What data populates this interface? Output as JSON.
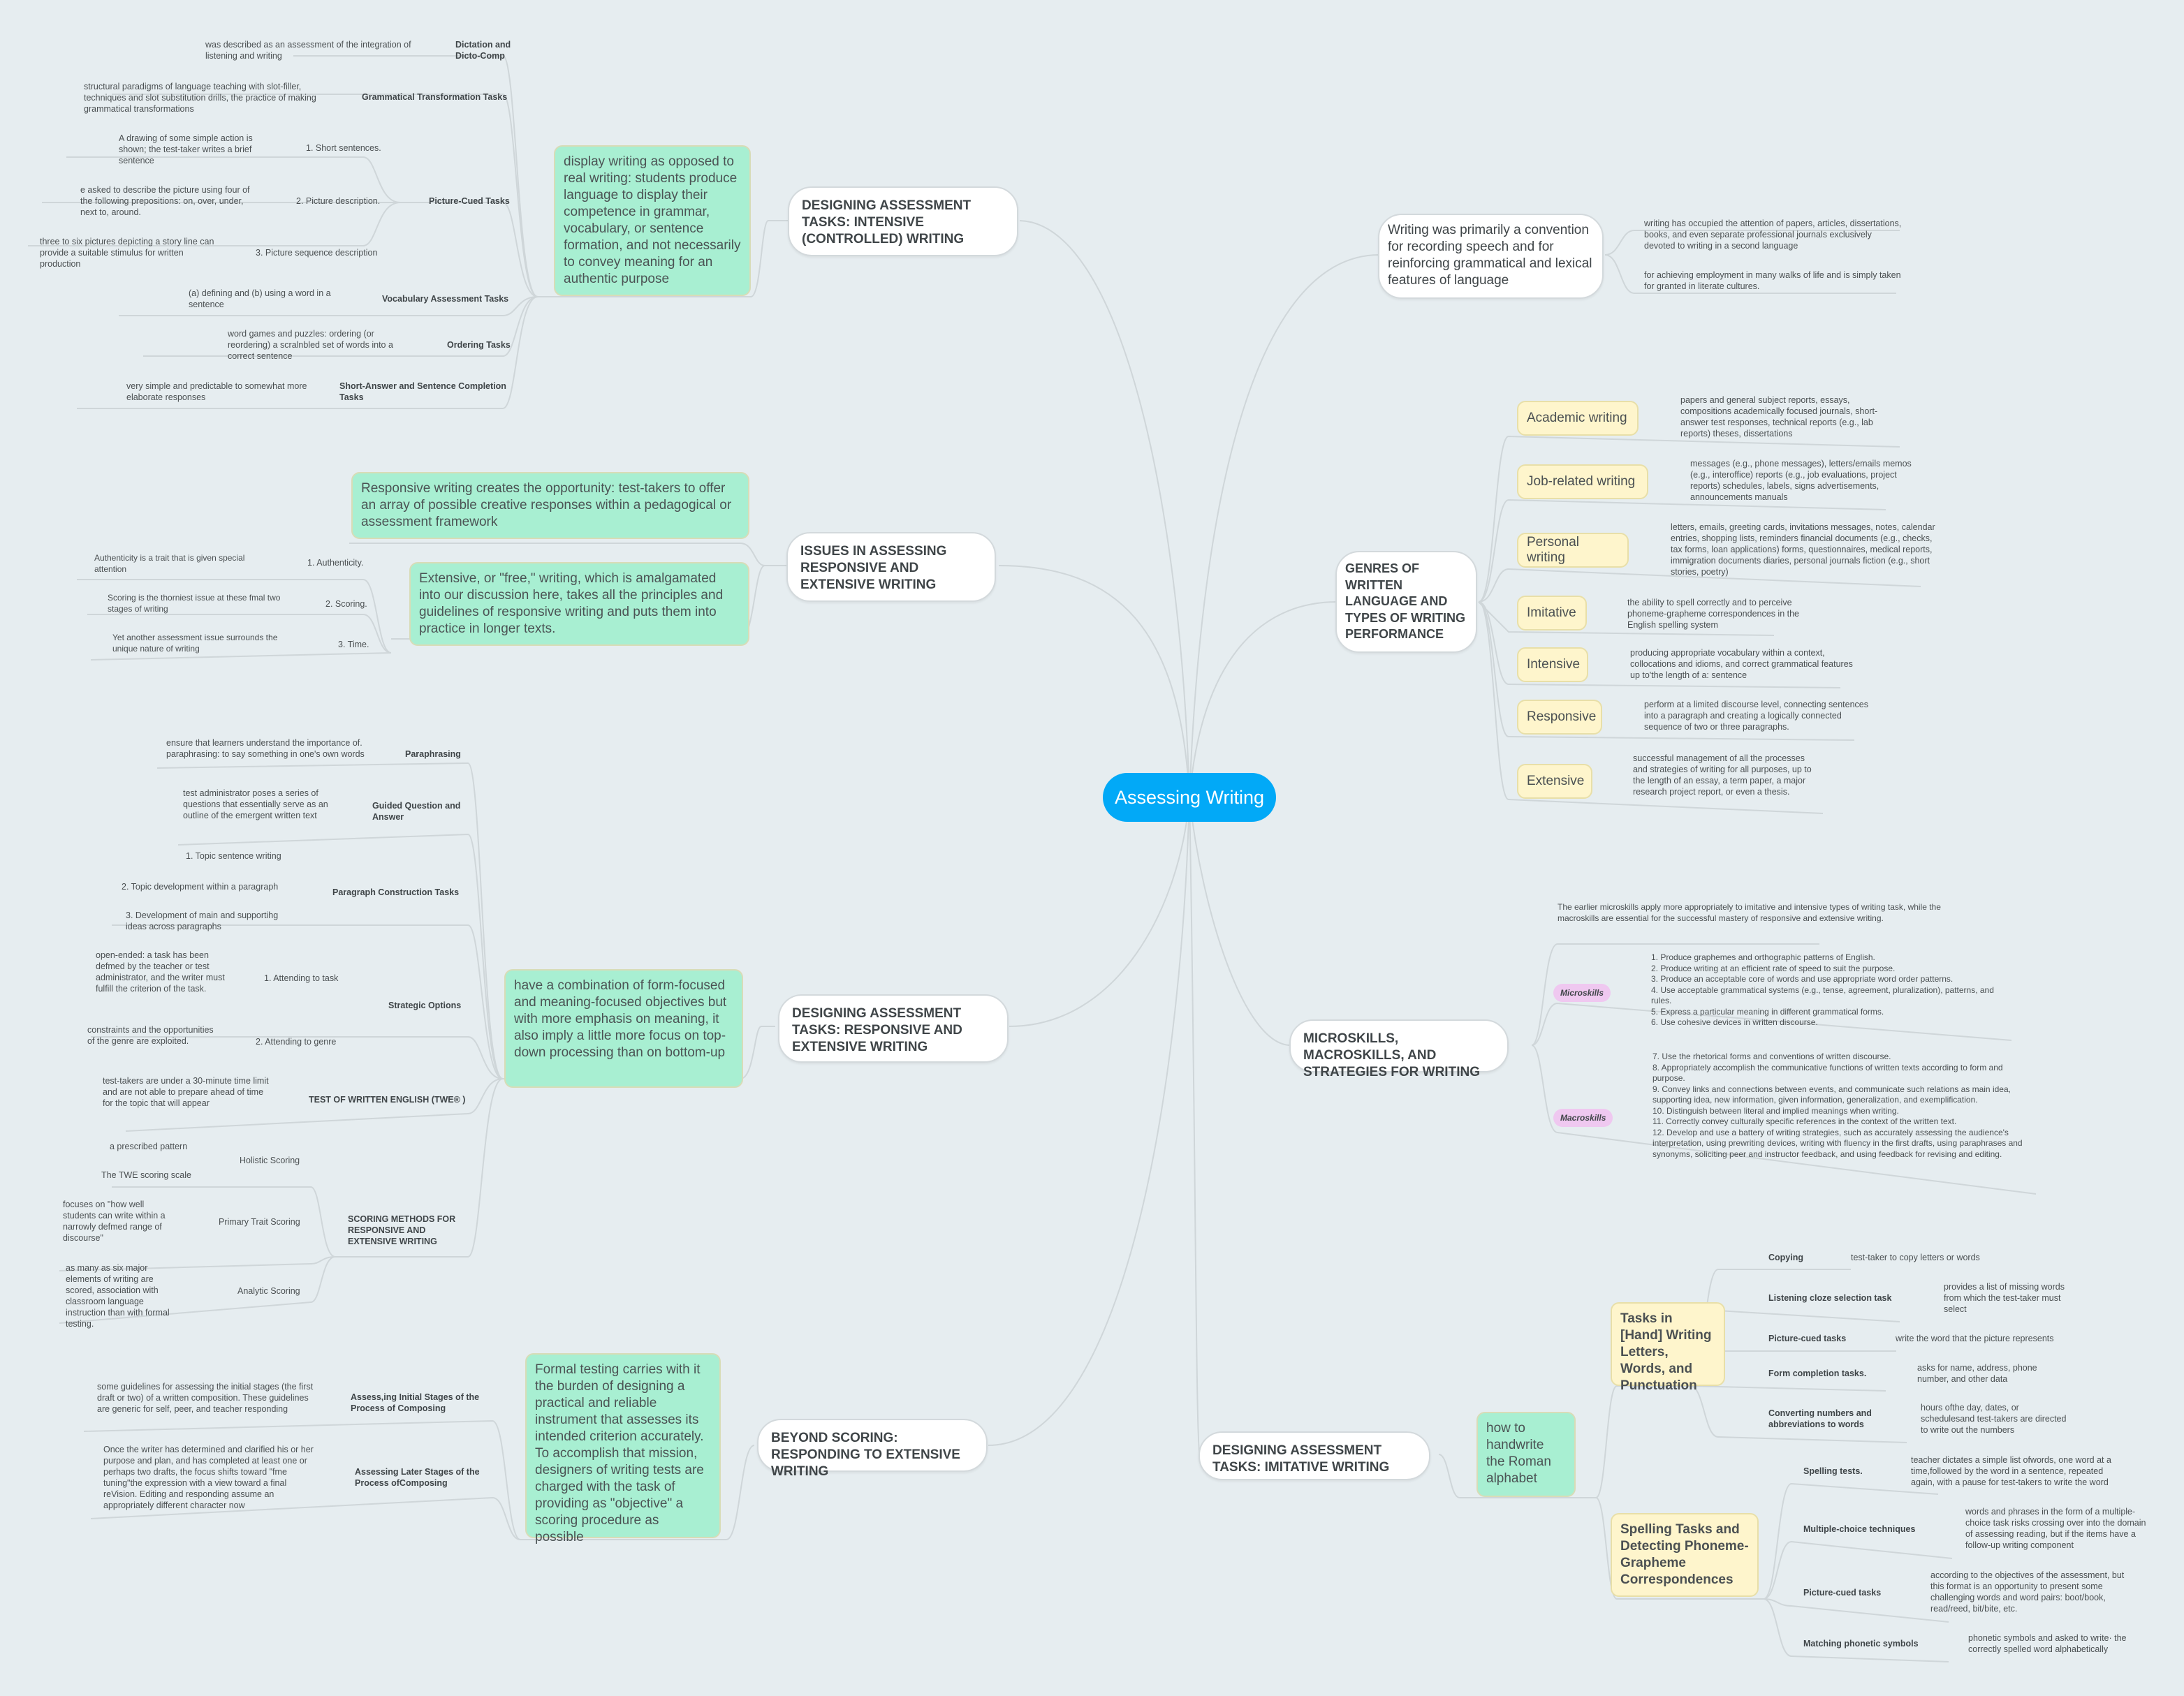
{
  "center": {
    "label": "Assessing Writing",
    "color": "#02a9f7"
  },
  "colors": {
    "background": "#e6edf0",
    "green_node": "#a8efd2",
    "yellow_node": "#fef5cc",
    "pink_node": "#efc8f0",
    "line": "#cfd6d9"
  },
  "intensive": {
    "title": "DESIGNING ASSESSMENT TASKS: INTENSIVE (CONTROLLED) WRITING",
    "summary": "display writing as opposed to real writing: students produce language to display their competence in grammar, vocabulary, or sentence formation, and not necessarily to convey meaning for an authentic purpose",
    "tasks": [
      {
        "label": "Dictation and Dicto-Comp",
        "note": "was described as an assessment of the integration of listening and writing"
      },
      {
        "label": "Grammatical Transformation Tasks",
        "note": "structural paradigms of language teaching with slot-filler, techniques and slot substitution drills, the practice of making grammatical transformations"
      },
      {
        "label": "Picture-Cued Tasks",
        "subs": [
          {
            "label": "1. Short sentences.",
            "note": "A drawing of some simple action is shown; the test-taker writes a brief sentence"
          },
          {
            "label": "2. Picture description.",
            "note": "e asked to describe the picture using four of the following prepositions: on, over, under, next to, around."
          },
          {
            "label": "3. Picture sequence description",
            "note": "three to six pictures depicting a story line can provide a suitable stimulus for written production"
          }
        ]
      },
      {
        "label": "Vocabulary Assessment Tasks",
        "note": "(a) defining and (b) using a word in a sentence"
      },
      {
        "label": "Ordering Tasks",
        "note": "word games and puzzles: ordering (or reordering) a scralnbled set of words into a correct sentence"
      },
      {
        "label": "Short-Answer and Sentence Completion Tasks",
        "note": "very simple and predictable to somewhat more elaborate responses"
      }
    ]
  },
  "issues": {
    "title": "ISSUES IN ASSESSING RESPONSIVE AND EXTENSIVE WRITING",
    "responsive": "Responsive writing creates the opportunity:  test-takers to offer an array of possible creative responses within a pedagogical or assessment framework",
    "extensive": "Extensive, or \"free,\" writing, which is amalgamated into our discussion here, takes all the principles and guidelines of responsive writing and puts them into practice in longer texts.",
    "items": [
      {
        "label": "1. Authenticity.",
        "note": "Authenticity is a trait that is given special attention"
      },
      {
        "label": "2. Scoring.",
        "note": "Scoring is the thorniest issue at these fmal two stages of writing"
      },
      {
        "label": "3. Time.",
        "note": "Yet another assessment issue surrounds the unique nature of writing"
      }
    ]
  },
  "responsive_tasks": {
    "title": "DESIGNING ASSESSMENT TASKS: RESPONSIVE AND EXTENSIVE WRITING",
    "summary": "have a combination of form-focused and meaning-focused objectives but with more emphasis on meaning, it also imply a little more focus on top-down processing than on bottom-up",
    "paraphrasing": {
      "label": "Paraphrasing",
      "note": "ensure that learners understand the importance of. paraphrasing: to say something in one's own words"
    },
    "guided": {
      "label": "Guided Question and Answer",
      "note": "test administrator poses a series of questions that essentially serve as an outline of the emergent written text"
    },
    "paragraph": {
      "label": "Paragraph Construction Tasks",
      "subs": [
        "1. Topic sentence writing",
        "2. Topic development within a paragraph",
        "3. Development of main and supportihg ideas across paragraphs"
      ]
    },
    "strategic": {
      "label": "Strategic Options",
      "subs": [
        {
          "label": "1. Attending to task",
          "note": "open-ended: a task has been defmed by the teacher or test administrator, and the writer must fulfill the criterion of the task."
        },
        {
          "label": "2. Attending to genre",
          "note": "constraints and the opportunities of the genre are exploited."
        }
      ]
    },
    "twe": {
      "label": "TEST OF WRITTEN ENGLISH (TWE® )",
      "note": "test-takers are under a 30-minute time limit and are not able to prepare ahead of time for the topic that will appear"
    },
    "scoring": {
      "label": "SCORING METHODS FOR RESPONSIVE AND EXTENSIVE WRITING",
      "subs": [
        {
          "label": "Holistic Scoring",
          "notes": [
            "a prescribed pattern",
            "The TWE scoring scale"
          ]
        },
        {
          "label": "Primary Trait Scoring",
          "notes": [
            "focuses on \"how well students can write within a narrowly defmed range of discourse\""
          ]
        },
        {
          "label": "Analytic Scoring",
          "notes": [
            "as many as six major elements of writing are scored, association with classroom language instruction than with formal testing."
          ]
        }
      ]
    }
  },
  "beyond": {
    "title": "BEYOND SCORING: RESPONDING TO EXTENSIVE WRITING",
    "summary": "Formal testing carries with it the burden of designing a practical and reliable instrument that assesses its intended criterion accurately. To accomplish that mission, designers of writing tests are charged with the task of providing as \"objective\" a scoring procedure as possible",
    "items": [
      {
        "label": "Assess,ing Initial Stages of the Process of Composing",
        "note": "some guidelines for assessing the initial stages (the first draft or two) of a written composition. These guidelines are generic for self, peer, and teacher responding"
      },
      {
        "label": "Assessing Later Stages of the Process ofComposing",
        "note": "Once the writer has determined and clarified his or her purpose and plan, and has completed at least one or perhaps two drafts, the focus shifts toward \"fme tuning\"the expression with a view toward a final reVision. Editing and responding assume an appropriately different character now"
      }
    ]
  },
  "convention": {
    "title": "Writing was primarily a convention for recording speech and for reinforcing grammatical and lexical features of language",
    "notes": [
      "writing has occupied the attention of papers, articles, dissertations, books, and even separate professional journals exclusively devoted to writing in a second language",
      "for achieving employment in many walks of life and is simply taken for granted in literate cultures."
    ]
  },
  "genres": {
    "title": "GENRES OF WRITTEN LANGUAGE AND TYPES OF WRITING PERFORMANCE",
    "items": [
      {
        "label": "Academic writing",
        "note": "papers and general subject reports, essays, compositions academically focused journals, short-answer test responses, technical reports (e.g., lab reports) theses, dissertations"
      },
      {
        "label": "Job-related writing",
        "note": "messages (e.g., phone messages), letters/emails memos (e.g., interoffice) reports (e.g., job evaluations, project reports) schedules, labels, signs advertisements, announcements manuals"
      },
      {
        "label": "Personal writing",
        "note": "letters, emails, greeting cards, invitations messages, notes, calendar entries, shopping lists, reminders financial documents (e.g., checks, tax forms, loan applications) forms, questionnaires, medical reports, immigration documents diaries, personal journals fiction (e.g., short stories, poetry)"
      },
      {
        "label": "Imitative",
        "note": "the ability to spell correctly and to perceive phoneme-grapheme correspondences in the English spelling system"
      },
      {
        "label": "Intensive",
        "note": "producing appropriate vocabulary within a context, collocations and idioms, and correct grammatical features up to'the length of a: sentence"
      },
      {
        "label": "Responsive",
        "note": "perform at a limited discourse level, connecting sentences into a paragraph and creating a logically connected sequence of two or three paragraphs."
      },
      {
        "label": "Extensive",
        "note": "successful management of all the processes and strategies of writing for all purposes, up to the length of an essay, a term paper, a major research project report, or even a thesis."
      }
    ]
  },
  "skills": {
    "title": "MICROSKILLS, MACROSKILLS, AND STRATEGIES FOR WRITING",
    "intro": "The earlier microskills apply more appropriately to imitative and intensive types of writing task, while the  macroskills are essential for the successful mastery of responsive and extensive writing.",
    "micro_label": "Microskills",
    "micro": [
      "1. Produce graphemes and orthographic patterns of English.",
      "2. Produce writing at an efficient rate of speed to suit the purpose.",
      "3. Produce an acceptable core of words and use appropriate word order patterns.",
      "4. Use acceptable grammatical systems (e.g., tense, agreement, pluralization), patterns, and rules.",
      "5. Express a particular meaning in different grammatical forms.",
      "6. Use cohesive devices in written discourse."
    ],
    "macro_label": "Macroskills",
    "macro": [
      "7. Use the rhetorical forms and conventions of written discourse.",
      "8. Appropriately accomplish the communicative functions of written texts according to form and purpose.",
      "9. Convey links and connections between events, and communicate such relations as main idea, supporting idea, new information, given information, generalization, and exemplification.",
      "10. Distinguish between literal and implied meanings when writing.",
      "11. Correctly convey culturally specific references in the context of the written text.",
      "12. Develop and use a battery of writing strategies, such as accurately assessing the audience's interpretation, using prewriting devices, writing with fluency in the first drafts, using paraphrases and synonyms, soliciting peer and instructor feedback, and using feedback for revising and editing."
    ]
  },
  "imitative": {
    "title": "DESIGNING ASSESSMENT TASKS: IMITATIVE WRITING",
    "summary": "how to handwrite the Roman alphabet",
    "hand": {
      "label": "Tasks in [Hand] Writing Letters, Words, and Punctuation",
      "items": [
        {
          "label": "Copying",
          "note": "test-taker  to copy letters or words"
        },
        {
          "label": "Listening cloze selection task",
          "note": "provides a list of missing words from which the test-taker must select"
        },
        {
          "label": "Picture-cued tasks",
          "note": "write the word that the picture represents"
        },
        {
          "label": "Form completion tasks.",
          "note": "asks for name, address, phone number, and other data"
        },
        {
          "label": "Converting numbers and abbreviations to words",
          "note": "hours ofthe day, dates, or schedulesand test-takers are directed to write out the numbers"
        }
      ]
    },
    "spelling": {
      "label": "Spelling Tasks and Detecting Phoneme-Grapheme Correspondences",
      "items": [
        {
          "label": "Spelling tests.",
          "note": "teacher dictates a simple list ofwords, one word at a time,followed by the word in a sentence, repeated again, with a pause for test-takers to write the word"
        },
        {
          "label": "Multiple-choice techniques",
          "note": "words and phrases in the form of a multiple-choice task risks crossing over into the domain of assessing reading, but if the items have a follow-up writing component"
        },
        {
          "label": "Picture-cued tasks",
          "note": "according to the objectives of the assessment, but this format is an opportunity to present some challenging words and word pairs: boot/book, read/reed, bit/bite, etc."
        },
        {
          "label": "Matching phonetic symbols",
          "note": "phonetic symbols and asked to write· the correctly spelled word alphabetically"
        }
      ]
    }
  }
}
